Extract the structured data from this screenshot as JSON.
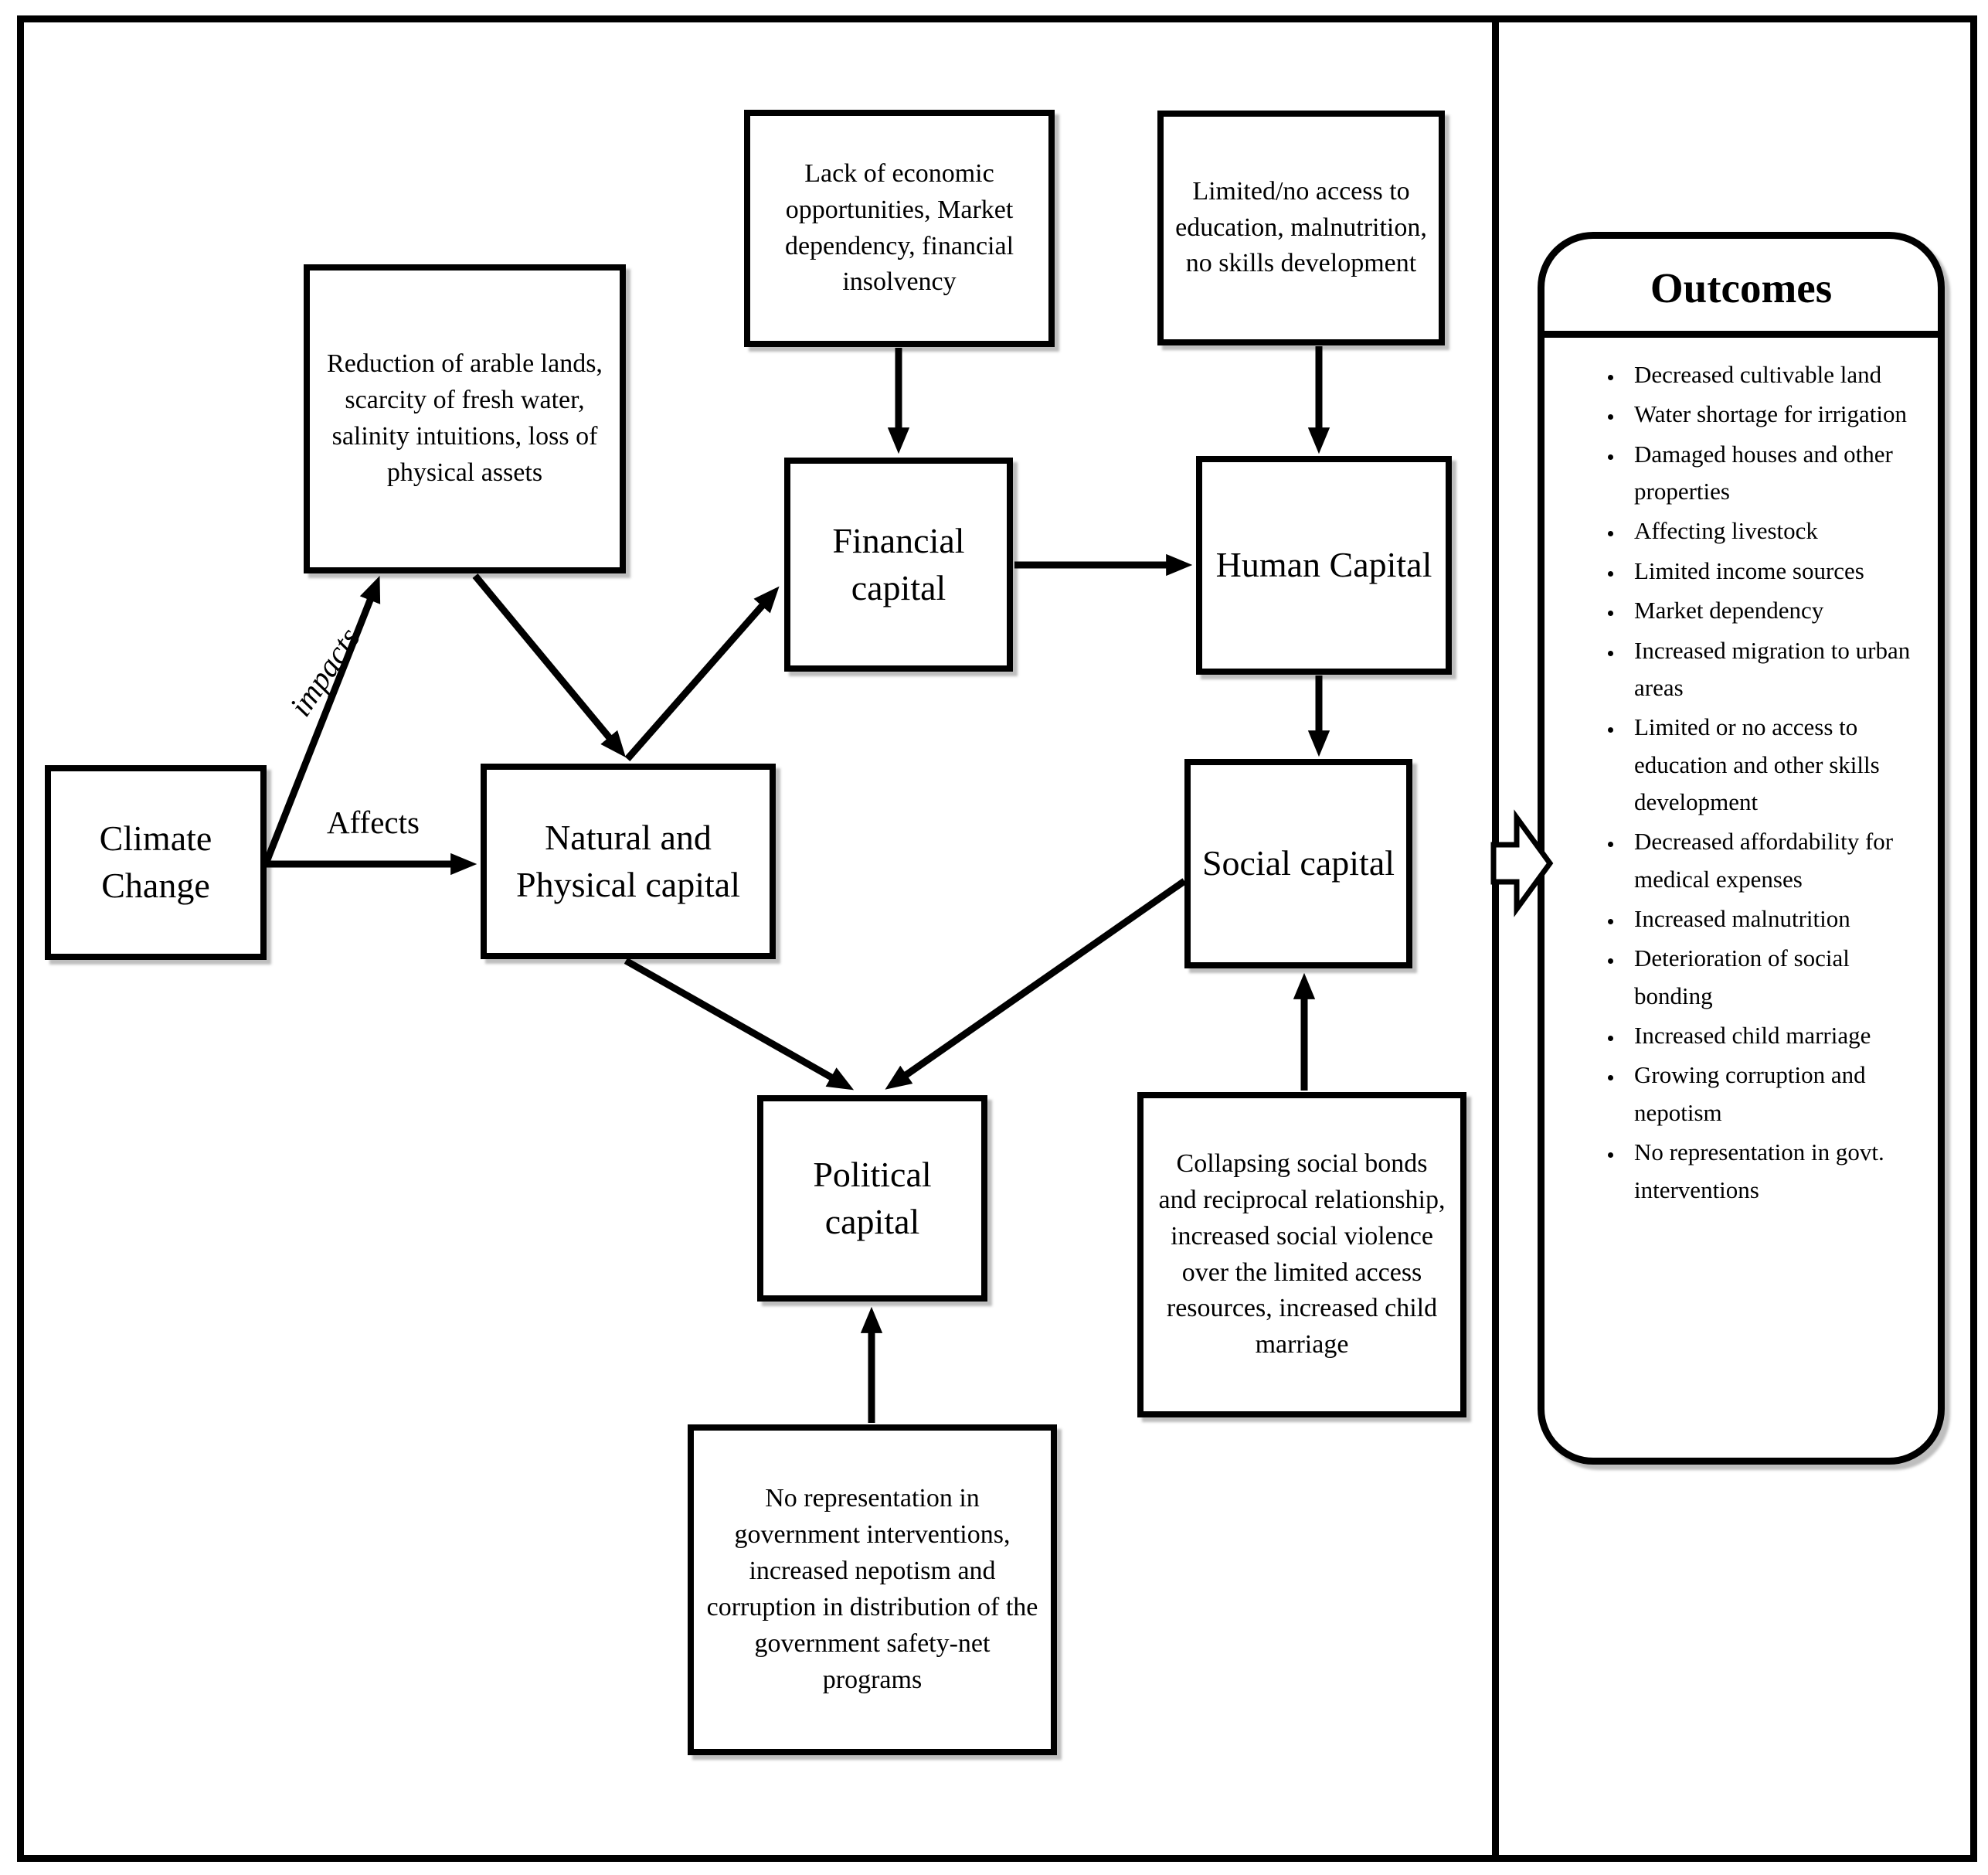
{
  "figure": {
    "type": "flow-diagram",
    "title": "Climate change impacts on livelihood capitals and outcomes"
  },
  "colors": {
    "ink": "#000000",
    "background": "#ffffff"
  },
  "diagram": {
    "nodes": {
      "climate_change": {
        "label": "Climate Change"
      },
      "reduction": {
        "label": "Reduction of arable lands, scarcity of fresh water, salinity intuitions, loss of physical assets"
      },
      "lack_economic": {
        "label": "Lack of economic opportunities, Market dependency, financial insolvency"
      },
      "limited_access": {
        "label": "Limited/no access to education, malnutrition, no skills development"
      },
      "financial": {
        "label": "Financial capital"
      },
      "human": {
        "label": "Human Capital"
      },
      "natural_physical": {
        "label": "Natural and Physical capital"
      },
      "social": {
        "label": "Social capital"
      },
      "political": {
        "label": "Political capital"
      },
      "collapsing": {
        "label": "Collapsing social bonds and reciprocal relationship, increased social violence over the limited access resources, increased child marriage"
      },
      "no_representation": {
        "label": "No representation in government interventions, increased nepotism and corruption in distribution of the government safety-net programs"
      }
    },
    "edge_labels": {
      "impacts": "impacts",
      "affects": "Affects"
    },
    "edges": [
      {
        "from": "climate_change",
        "to": "reduction",
        "label": "impacts"
      },
      {
        "from": "climate_change",
        "to": "natural_physical",
        "label": "Affects"
      },
      {
        "from": "reduction",
        "to": "natural_physical"
      },
      {
        "from": "natural_physical",
        "to": "financial"
      },
      {
        "from": "lack_economic",
        "to": "financial"
      },
      {
        "from": "financial",
        "to": "human"
      },
      {
        "from": "limited_access",
        "to": "human"
      },
      {
        "from": "human",
        "to": "social"
      },
      {
        "from": "natural_physical",
        "to": "political"
      },
      {
        "from": "social",
        "to": "political"
      },
      {
        "from": "collapsing",
        "to": "social"
      },
      {
        "from": "no_representation",
        "to": "political"
      },
      {
        "from": "main_diagram",
        "to": "outcomes_panel",
        "style": "hollow-block-arrow"
      }
    ]
  },
  "outcomes": {
    "title": "Outcomes",
    "items": [
      "Decreased cultivable land",
      "Water shortage for irrigation",
      "Damaged houses and other properties",
      "Affecting livestock",
      "Limited income sources",
      "Market dependency",
      "Increased migration to urban areas",
      "Limited or no access to education and other skills development",
      "Decreased affordability for medical expenses",
      "Increased malnutrition",
      "Deterioration of social bonding",
      "Increased child marriage",
      "Growing corruption and nepotism",
      "No representation in govt. interventions"
    ]
  }
}
